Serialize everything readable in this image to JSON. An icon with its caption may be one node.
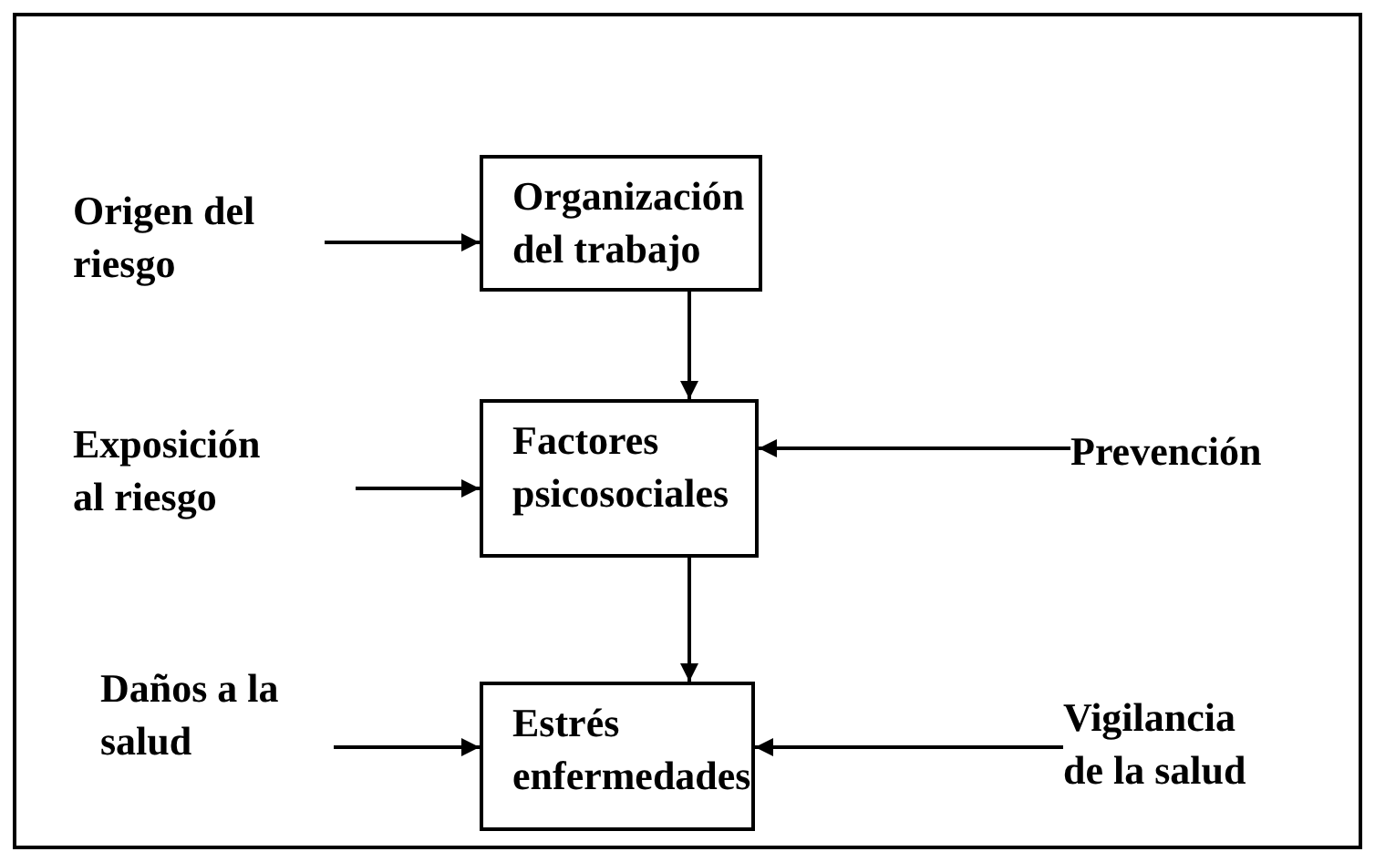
{
  "diagram": {
    "nodes": [
      {
        "text": [
          "Origen del riesgo"
        ]
      },
      {
        "text": [
          "Organización del trabajo"
        ]
      },
      {
        "text": [
          "Exposición al riesgo"
        ]
      },
      {
        "text": [
          "Factores psicosociales"
        ]
      },
      {
        "text": [
          "Prevención"
        ]
      },
      {
        "text": [
          "Daños a la salud"
        ]
      },
      {
        "text": [
          "Estrés enfermedades"
        ]
      },
      {
        "text": [
          "Vigilancia de la salud"
        ]
      }
    ],
    "edges": [
      {
        "from": 0,
        "to": 1,
        "arrow": "to"
      },
      {
        "from": 1,
        "to": 3,
        "arrow": "to"
      },
      {
        "from": 2,
        "to": 3,
        "arrow": "to"
      },
      {
        "from": 4,
        "to": 3,
        "arrow": "to"
      },
      {
        "from": 3,
        "to": 6,
        "arrow": "to"
      },
      {
        "from": 5,
        "to": 6,
        "arrow": "to"
      },
      {
        "from": 7,
        "to": 6,
        "arrow": "to"
      }
    ]
  }
}
